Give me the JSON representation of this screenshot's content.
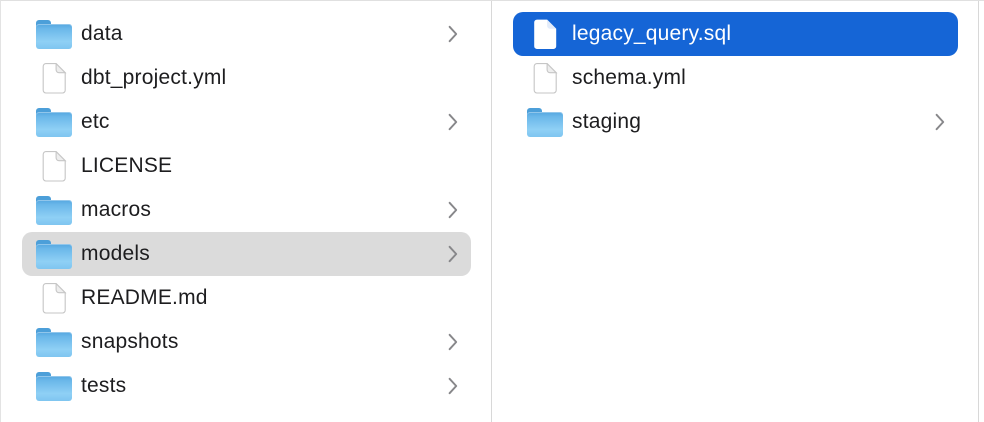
{
  "finder": {
    "columns": [
      {
        "name": "parent-directory-column",
        "items": [
          {
            "label": "data",
            "type": "folder",
            "chevron": true,
            "selected": "none"
          },
          {
            "label": "dbt_project.yml",
            "type": "file",
            "chevron": false,
            "selected": "none"
          },
          {
            "label": "etc",
            "type": "folder",
            "chevron": true,
            "selected": "none"
          },
          {
            "label": "LICENSE",
            "type": "file",
            "chevron": false,
            "selected": "none"
          },
          {
            "label": "macros",
            "type": "folder",
            "chevron": true,
            "selected": "none"
          },
          {
            "label": "models",
            "type": "folder",
            "chevron": true,
            "selected": "inactive"
          },
          {
            "label": "README.md",
            "type": "file",
            "chevron": false,
            "selected": "none"
          },
          {
            "label": "snapshots",
            "type": "folder",
            "chevron": true,
            "selected": "none"
          },
          {
            "label": "tests",
            "type": "folder",
            "chevron": true,
            "selected": "none"
          }
        ]
      },
      {
        "name": "models-directory-column",
        "items": [
          {
            "label": "legacy_query.sql",
            "type": "file",
            "chevron": false,
            "selected": "active"
          },
          {
            "label": "schema.yml",
            "type": "file",
            "chevron": false,
            "selected": "none"
          },
          {
            "label": "staging",
            "type": "folder",
            "chevron": true,
            "selected": "none"
          }
        ]
      }
    ],
    "icons": {
      "folder": "folder-icon",
      "file": "document-icon",
      "chevron": "chevron-right-icon"
    },
    "colors": {
      "selection_active": "#1565d6",
      "selection_inactive": "#dbdbdb",
      "text": "#1d1d1f",
      "text_selected": "#ffffff",
      "divider": "#d8d8d8",
      "chevron": "#87878a",
      "folder_blue": "#6ab7e9"
    }
  }
}
